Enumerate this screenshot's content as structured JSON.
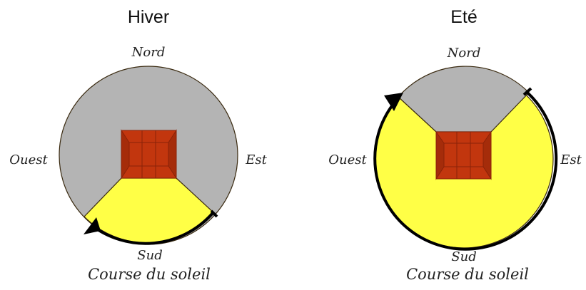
{
  "diagrams": [
    {
      "title": "Hiver",
      "north": "Nord",
      "south": "Sud",
      "west": "Ouest",
      "east": "Est",
      "caption": "Course du soleil"
    },
    {
      "title": "Eté",
      "north": "Nord",
      "south": "Sud",
      "west": "Ouest",
      "east": "Est",
      "caption": "Course du soleil"
    }
  ],
  "colors": {
    "shade": "#b4b4b4",
    "sun": "#ffff46",
    "house": "#c2360e",
    "house_dark": "#8a2208",
    "outline": "#3a2a10",
    "arc": "#000000"
  }
}
